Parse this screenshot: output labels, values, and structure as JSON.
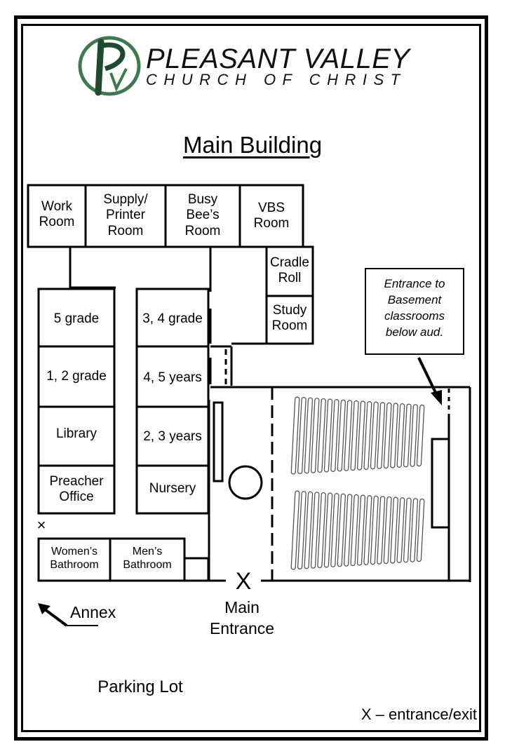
{
  "logo": {
    "title": "PLEASANT VALLEY",
    "subtitle": "CHURCH OF CHRIST",
    "brand_color": "#3d7a4f",
    "brand_dark": "#1f4a2e"
  },
  "title": "Main Building",
  "rooms": {
    "work_room": "Work\nRoom",
    "supply_room": "Supply/\nPrinter\nRoom",
    "busy_bee": "Busy\nBee’s\nRoom",
    "vbs_room": "VBS\nRoom",
    "cradle_roll": "Cradle\nRoll",
    "study_room": "Study\nRoom",
    "grade_5": "5 grade",
    "grade_1_2": "1, 2 grade",
    "library": "Library",
    "preacher_office": "Preacher\nOffice",
    "grade_3_4": "3, 4 grade",
    "years_4_5": "4, 5 years",
    "years_2_3": "2, 3 years",
    "nursery": "Nursery",
    "womens_bathroom": "Women’s\nBathroom",
    "mens_bathroom": "Men’s\nBathroom"
  },
  "basement_note": "Entrance to\nBasement\nclassrooms\nbelow aud.",
  "main_entrance": "Main\nEntrance",
  "entrance_mark": "X",
  "side_exit_mark": "×",
  "annex": "Annex",
  "parking_lot": "Parking Lot",
  "legend": "X – entrance/exit",
  "pews": {
    "rows": 2,
    "per_row": 20
  }
}
